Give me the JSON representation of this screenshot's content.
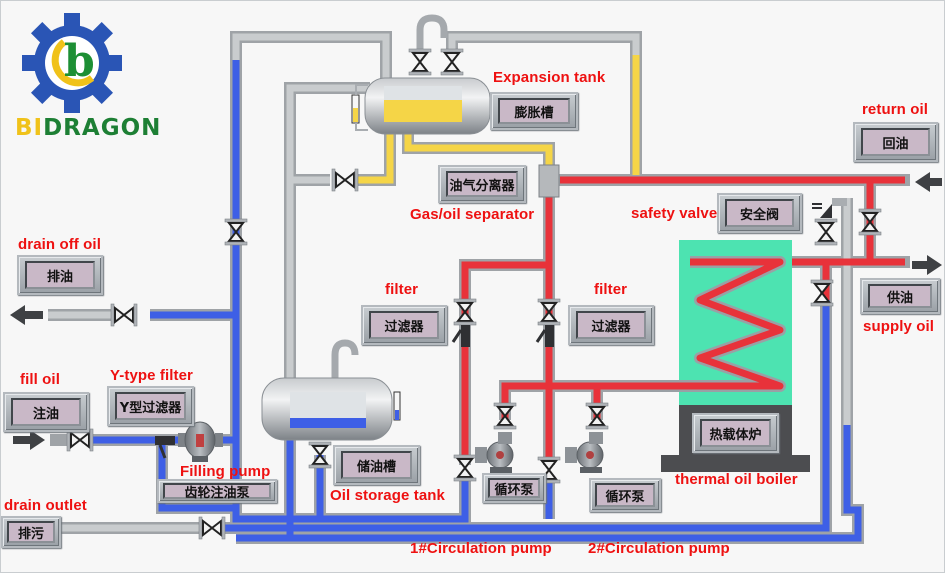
{
  "brand": {
    "logo_letter": "b",
    "name_part1": "BI",
    "name_part2": "DRAGON",
    "colors": {
      "gear": "#2a55b5",
      "arc": "#f0c21a",
      "letter": "#1d8f34"
    }
  },
  "colors": {
    "hot_oil_pipe": "#e8323a",
    "cold_oil_pipe": "#3e5fe6",
    "expansion_pipe": "#f5d547",
    "empty_pipe": "#a9adb1",
    "label_text": "#ee1111",
    "boiler_body": "#4de3b1",
    "boiler_base": "#4c4d50"
  },
  "components": {
    "expansion_tank": {
      "en": "Expansion tank",
      "zh": "膨胀槽"
    },
    "gas_oil_separator": {
      "en": "Gas/oil separator",
      "zh": "油气分离器"
    },
    "return_oil": {
      "en": "return oil",
      "zh": "回油"
    },
    "safety_valve": {
      "en": "safety valve",
      "zh": "安全阀"
    },
    "supply_oil": {
      "en": "supply oil",
      "zh": "供油"
    },
    "drain_off_oil": {
      "en": "drain off oil",
      "zh": "排油"
    },
    "fill_oil": {
      "en": "fill oil",
      "zh": "注油"
    },
    "y_type_filter": {
      "en": "Y-type filter",
      "zh": "Y型过滤器"
    },
    "filling_pump": {
      "en": "Filling pump",
      "zh": "齿轮注油泵"
    },
    "drain_outlet": {
      "en": "drain outlet",
      "zh": "排污"
    },
    "oil_storage_tank": {
      "en": "Oil storage tank",
      "zh": "储油槽"
    },
    "filter_1": {
      "en": "filter",
      "zh": "过滤器"
    },
    "filter_2": {
      "en": "filter",
      "zh": "过滤器"
    },
    "circulation_pump_1": {
      "en": "1#Circulation pump",
      "zh": "循环泵"
    },
    "circulation_pump_2": {
      "en": "2#Circulation pump",
      "zh": "循环泵"
    },
    "thermal_oil_boiler": {
      "en": "thermal oil boiler",
      "zh": "热载体炉"
    }
  }
}
